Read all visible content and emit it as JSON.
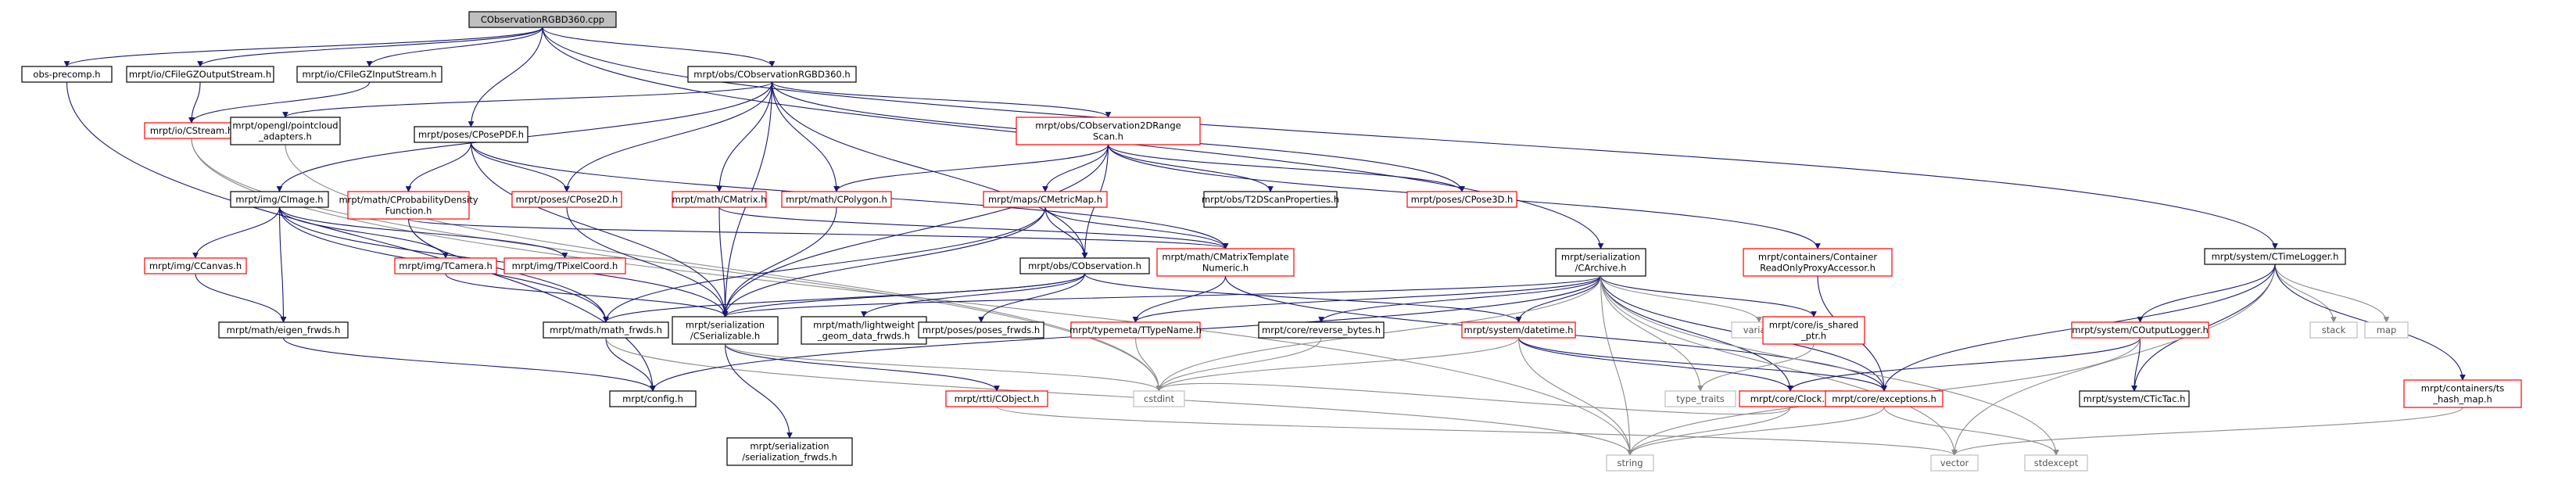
{
  "colors": {
    "root_fill": "#bfbfbf",
    "node_fill": "#ffffff",
    "black_border": "#000000",
    "red_border": "#ff0000",
    "gray_border": "#bfbfbf",
    "edge_main": "#191970",
    "edge_gray": "#8a8a8a",
    "edge_green": "#006400"
  },
  "nodes": [
    {
      "id": "root",
      "lines": [
        "CObservationRGBD360.cpp"
      ],
      "style": "root"
    },
    {
      "id": "obsprecomp",
      "lines": [
        "obs-precomp.h"
      ],
      "style": "black"
    },
    {
      "id": "gzout",
      "lines": [
        "mrpt/io/CFileGZOutputStream.h"
      ],
      "style": "black"
    },
    {
      "id": "gzin",
      "lines": [
        "mrpt/io/CFileGZInputStream.h"
      ],
      "style": "black"
    },
    {
      "id": "cposepdf",
      "lines": [
        "mrpt/poses/CPosePDF.h"
      ],
      "style": "black"
    },
    {
      "id": "rgbd",
      "lines": [
        "mrpt/obs/CObservationRGBD360.h"
      ],
      "style": "black"
    },
    {
      "id": "carchive",
      "lines": [
        "mrpt/serialization",
        "/CArchive.h"
      ],
      "style": "black"
    },
    {
      "id": "timelogger",
      "lines": [
        "mrpt/system/CTimeLogger.h"
      ],
      "style": "black"
    },
    {
      "id": "cstream",
      "lines": [
        "mrpt/io/CStream.h"
      ],
      "style": "red"
    },
    {
      "id": "pointcloud",
      "lines": [
        "mrpt/opengl/pointcloud",
        "_adapters.h"
      ],
      "style": "black"
    },
    {
      "id": "obs2d",
      "lines": [
        "mrpt/obs/CObservation2DRange",
        "Scan.h"
      ],
      "style": "red"
    },
    {
      "id": "cimage",
      "lines": [
        "mrpt/img/CImage.h"
      ],
      "style": "black"
    },
    {
      "id": "probdens",
      "lines": [
        "mrpt/math/CProbabilityDensity",
        "Function.h"
      ],
      "style": "red"
    },
    {
      "id": "cpose2d",
      "lines": [
        "mrpt/poses/CPose2D.h"
      ],
      "style": "red"
    },
    {
      "id": "cmatrix",
      "lines": [
        "mrpt/math/CMatrix.h"
      ],
      "style": "red"
    },
    {
      "id": "cpolygon",
      "lines": [
        "mrpt/math/CPolygon.h"
      ],
      "style": "red"
    },
    {
      "id": "cmetricmap",
      "lines": [
        "mrpt/maps/CMetricMap.h"
      ],
      "style": "red"
    },
    {
      "id": "t2dscan",
      "lines": [
        "mrpt/obs/T2DScanProperties.h"
      ],
      "style": "black"
    },
    {
      "id": "cpose3d",
      "lines": [
        "mrpt/poses/CPose3D.h"
      ],
      "style": "red"
    },
    {
      "id": "container",
      "lines": [
        "mrpt/containers/Container",
        "ReadOnlyProxyAccessor.h"
      ],
      "style": "red"
    },
    {
      "id": "ccanvas",
      "lines": [
        "mrpt/img/CCanvas.h"
      ],
      "style": "red"
    },
    {
      "id": "tcamera",
      "lines": [
        "mrpt/img/TCamera.h"
      ],
      "style": "red"
    },
    {
      "id": "tpixel",
      "lines": [
        "mrpt/img/TPixelCoord.h"
      ],
      "style": "red"
    },
    {
      "id": "cmtnum",
      "lines": [
        "mrpt/math/CMatrixTemplate",
        "Numeric.h"
      ],
      "style": "red"
    },
    {
      "id": "cobservation",
      "lines": [
        "mrpt/obs/CObservation.h"
      ],
      "style": "black"
    },
    {
      "id": "eigenfwds",
      "lines": [
        "mrpt/math/eigen_frwds.h"
      ],
      "style": "black"
    },
    {
      "id": "mathfwds",
      "lines": [
        "mrpt/math/math_frwds.h"
      ],
      "style": "black"
    },
    {
      "id": "cserializable",
      "lines": [
        "mrpt/serialization",
        "/CSerializable.h"
      ],
      "style": "black"
    },
    {
      "id": "lightweight",
      "lines": [
        "mrpt/math/lightweight",
        "_geom_data_frwds.h"
      ],
      "style": "black"
    },
    {
      "id": "posesfwds",
      "lines": [
        "mrpt/poses/poses_frwds.h"
      ],
      "style": "black"
    },
    {
      "id": "ttypename",
      "lines": [
        "mrpt/typemeta/TTypeName.h"
      ],
      "style": "red"
    },
    {
      "id": "reversebytes",
      "lines": [
        "mrpt/core/reverse_bytes.h"
      ],
      "style": "black"
    },
    {
      "id": "variant",
      "lines": [
        "variant"
      ],
      "style": "gray"
    },
    {
      "id": "issharedptr",
      "lines": [
        "mrpt/core/is_shared",
        "_ptr.h"
      ],
      "style": "red"
    },
    {
      "id": "datetime",
      "lines": [
        "mrpt/system/datetime.h"
      ],
      "style": "red"
    },
    {
      "id": "coutputlogger",
      "lines": [
        "mrpt/system/COutputLogger.h"
      ],
      "style": "red"
    },
    {
      "id": "stack",
      "lines": [
        "stack"
      ],
      "style": "gray"
    },
    {
      "id": "map",
      "lines": [
        "map"
      ],
      "style": "gray"
    },
    {
      "id": "tshashmap",
      "lines": [
        "mrpt/containers/ts",
        "_hash_map.h"
      ],
      "style": "red"
    },
    {
      "id": "config",
      "lines": [
        "mrpt/config.h"
      ],
      "style": "black"
    },
    {
      "id": "serfwds",
      "lines": [
        "mrpt/serialization",
        "/serialization_frwds.h"
      ],
      "style": "black"
    },
    {
      "id": "cobject",
      "lines": [
        "mrpt/rtti/CObject.h"
      ],
      "style": "red"
    },
    {
      "id": "cstdint",
      "lines": [
        "cstdint"
      ],
      "style": "gray"
    },
    {
      "id": "typetraits",
      "lines": [
        "type_traits"
      ],
      "style": "gray"
    },
    {
      "id": "clock",
      "lines": [
        "mrpt/core/Clock.h"
      ],
      "style": "red"
    },
    {
      "id": "exceptions",
      "lines": [
        "mrpt/core/exceptions.h"
      ],
      "style": "red"
    },
    {
      "id": "ctictac",
      "lines": [
        "mrpt/system/CTicTac.h"
      ],
      "style": "black"
    },
    {
      "id": "string",
      "lines": [
        "string"
      ],
      "style": "gray"
    },
    {
      "id": "vector",
      "lines": [
        "vector"
      ],
      "style": "gray"
    },
    {
      "id": "stdexcept",
      "lines": [
        "stdexcept"
      ],
      "style": "gray"
    }
  ],
  "edges": [
    [
      "root",
      "obsprecomp"
    ],
    [
      "root",
      "gzout"
    ],
    [
      "root",
      "gzin"
    ],
    [
      "root",
      "cposepdf"
    ],
    [
      "root",
      "rgbd"
    ],
    [
      "root",
      "carchive"
    ],
    [
      "root",
      "timelogger"
    ],
    [
      "obsprecomp",
      "config"
    ],
    [
      "gzout",
      "cstream"
    ],
    [
      "gzin",
      "cstream"
    ],
    [
      "cstream",
      "cstdint"
    ],
    [
      "cstream",
      "string"
    ],
    [
      "rgbd",
      "pointcloud"
    ],
    [
      "rgbd",
      "obs2d"
    ],
    [
      "rgbd",
      "cimage"
    ],
    [
      "rgbd",
      "cpose2d"
    ],
    [
      "rgbd",
      "cmatrix"
    ],
    [
      "rgbd",
      "cpolygon"
    ],
    [
      "rgbd",
      "cpose3d"
    ],
    [
      "rgbd",
      "cobservation"
    ],
    [
      "rgbd",
      "cserializable"
    ],
    [
      "pointcloud",
      "cstdint"
    ],
    [
      "cposepdf",
      "probdens"
    ],
    [
      "cposepdf",
      "cpose2d"
    ],
    [
      "cposepdf",
      "cmtnum"
    ],
    [
      "cposepdf",
      "cserializable"
    ],
    [
      "probdens",
      "mathfwds"
    ],
    [
      "probdens",
      "cmtnum"
    ],
    [
      "cpose2d",
      "cserializable"
    ],
    [
      "obs2d",
      "cpolygon"
    ],
    [
      "obs2d",
      "cmetricmap"
    ],
    [
      "obs2d",
      "t2dscan"
    ],
    [
      "obs2d",
      "cpose3d"
    ],
    [
      "obs2d",
      "container"
    ],
    [
      "obs2d",
      "cobservation"
    ],
    [
      "obs2d",
      "cserializable"
    ],
    [
      "cmetricmap",
      "cobservation"
    ],
    [
      "cmetricmap",
      "mathfwds"
    ],
    [
      "cmetricmap",
      "cserializable"
    ],
    [
      "cmetricmap",
      "cmtnum"
    ],
    [
      "cmatrix",
      "cmtnum"
    ],
    [
      "cmatrix",
      "cserializable"
    ],
    [
      "cpolygon",
      "cserializable"
    ],
    [
      "cimage",
      "ccanvas"
    ],
    [
      "cimage",
      "tcamera"
    ],
    [
      "cimage",
      "tpixel"
    ],
    [
      "cimage",
      "eigenfwds"
    ],
    [
      "cimage",
      "cserializable"
    ],
    [
      "cimage",
      "mathfwds"
    ],
    [
      "ccanvas",
      "eigenfwds"
    ],
    [
      "tcamera",
      "cserializable"
    ],
    [
      "cmtnum",
      "ttypename"
    ],
    [
      "cmtnum",
      "exceptions"
    ],
    [
      "cobservation",
      "mathfwds"
    ],
    [
      "cobservation",
      "cserializable"
    ],
    [
      "cobservation",
      "lightweight"
    ],
    [
      "cobservation",
      "posesfwds"
    ],
    [
      "cobservation",
      "datetime"
    ],
    [
      "eigenfwds",
      "config"
    ],
    [
      "mathfwds",
      "config"
    ],
    [
      "mathfwds",
      "string"
    ],
    [
      "cserializable",
      "serfwds"
    ],
    [
      "cserializable",
      "cobject"
    ],
    [
      "cserializable",
      "cstdint"
    ],
    [
      "cobject",
      "vector"
    ],
    [
      "container",
      "exceptions"
    ],
    [
      "carchive",
      "cserializable"
    ],
    [
      "carchive",
      "ttypename"
    ],
    [
      "carchive",
      "reversebytes"
    ],
    [
      "carchive",
      "variant"
    ],
    [
      "carchive",
      "issharedptr"
    ],
    [
      "carchive",
      "datetime"
    ],
    [
      "carchive",
      "config"
    ],
    [
      "carchive",
      "cstdint"
    ],
    [
      "carchive",
      "typetraits"
    ],
    [
      "carchive",
      "clock"
    ],
    [
      "carchive",
      "exceptions"
    ],
    [
      "carchive",
      "string"
    ],
    [
      "carchive",
      "vector"
    ],
    [
      "carchive",
      "stdexcept"
    ],
    [
      "ttypename",
      "cstdint"
    ],
    [
      "reversebytes",
      "cstdint"
    ],
    [
      "issharedptr",
      "typetraits"
    ],
    [
      "datetime",
      "cstdint"
    ],
    [
      "datetime",
      "clock"
    ],
    [
      "datetime",
      "exceptions"
    ],
    [
      "datetime",
      "string"
    ],
    [
      "clock",
      "string"
    ],
    [
      "clock",
      "cstdint"
    ],
    [
      "exceptions",
      "string"
    ],
    [
      "exceptions",
      "stdexcept"
    ],
    [
      "timelogger",
      "coutputlogger"
    ],
    [
      "timelogger",
      "ctictac"
    ],
    [
      "timelogger",
      "stack"
    ],
    [
      "timelogger",
      "map"
    ],
    [
      "timelogger",
      "tshashmap"
    ],
    [
      "timelogger",
      "vector"
    ],
    [
      "timelogger",
      "exceptions"
    ],
    [
      "coutputlogger",
      "ctictac"
    ],
    [
      "coutputlogger",
      "clock"
    ],
    [
      "coutputlogger",
      "string"
    ],
    [
      "tshashmap",
      "vector"
    ]
  ]
}
